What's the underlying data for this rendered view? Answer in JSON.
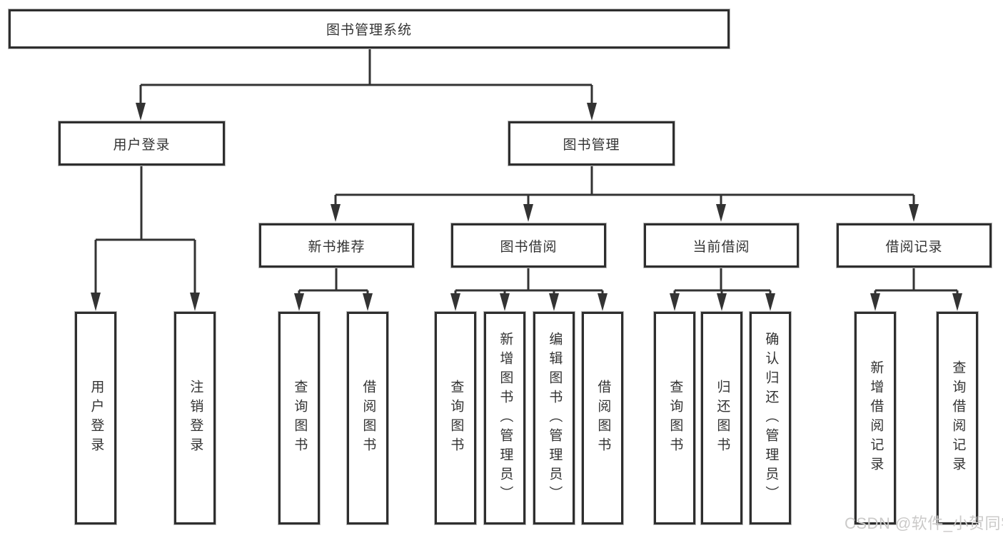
{
  "diagram": {
    "title": "图书管理系统",
    "nodes": {
      "root": "图书管理系统",
      "user_login": "用户登录",
      "book_manage": "图书管理",
      "new_book": "新书推荐",
      "book_borrow": "图书借阅",
      "current_borrow": "当前借阅",
      "borrow_record": "借阅记录",
      "leaf_user_login": "用户登录",
      "leaf_logout": "注销登录",
      "nb_query": "查询图书",
      "nb_borrow": "借阅图书",
      "bb_query": "查询图书",
      "bb_add": "新增图书（管理员）",
      "bb_edit": "编辑图书（管理员）",
      "bb_borrow": "借阅图书",
      "cb_query": "查询图书",
      "cb_return": "归还图书",
      "cb_confirm": "确认归还（管理员）",
      "br_add": "新增借阅记录",
      "br_query": "查询借阅记录"
    },
    "watermark": "CSDN @软件_小贺同学",
    "colors": {
      "line": "#333333",
      "box_border": "#2e2e2e",
      "text": "#333333",
      "watermark": "#cbcac9",
      "background": "#ffffff"
    }
  }
}
